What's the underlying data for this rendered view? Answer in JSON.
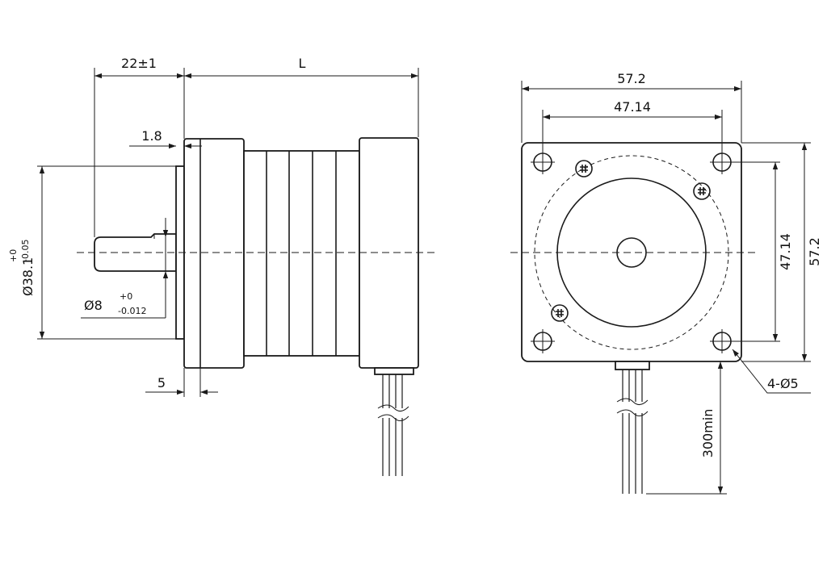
{
  "side_view": {
    "shaft_length": "22±1",
    "body_length": "L",
    "flange_thickness": "1.8",
    "boss_diameter": "Ø38.1",
    "boss_tol_upper": "+0",
    "boss_tol_lower": "-0.05",
    "shaft_diameter": "Ø8",
    "shaft_tol_upper": "+0",
    "shaft_tol_lower": "-0.012",
    "flat_length": "5"
  },
  "front_view": {
    "flange_width": "57.2",
    "hole_spacing": "47.14",
    "hole_spacing_vertical": "47.14",
    "flange_height": "57.2",
    "mounting_holes": "4-Ø5",
    "lead_length": "300min"
  }
}
